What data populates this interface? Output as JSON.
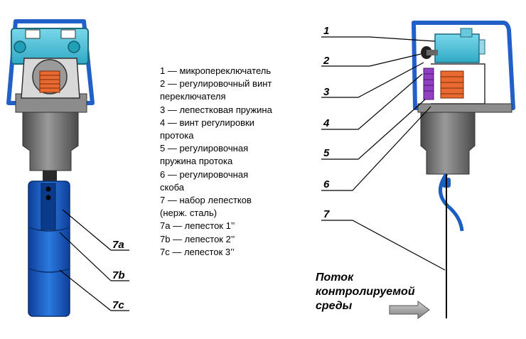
{
  "legend": [
    "1 — микропереключатель",
    "2 — регулировочный винт",
    "переключателя",
    "3 — лепестковая пружина",
    "4 — винт регулировки",
    "протока",
    "5 — регулировочная",
    "пружина протока",
    "6 — регулировочная",
    "скоба",
    "7 — набор лепестков",
    "(нерж. сталь)",
    "7a — лепесток 1’’",
    "7b — лепесток 2’’",
    "7c — лепесток 3’’"
  ],
  "left_labels": {
    "a": "7a",
    "b": "7b",
    "c": "7c"
  },
  "right_labels": {
    "n1": "1",
    "n2": "2",
    "n3": "3",
    "n4": "4",
    "n5": "5",
    "n6": "6",
    "n7": "7"
  },
  "flow": {
    "line1": "Поток",
    "line2": "контролируемой",
    "line3": "среды"
  },
  "colors": {
    "housing_blue": "#2060c8",
    "switch_cyan": "#40c0d8",
    "body_gray": "#707070",
    "paddle_blue": "#1a5fc0",
    "spring_orange": "#e86a30",
    "spring_purple": "#9040c0",
    "arrow_gray": "#909090"
  }
}
